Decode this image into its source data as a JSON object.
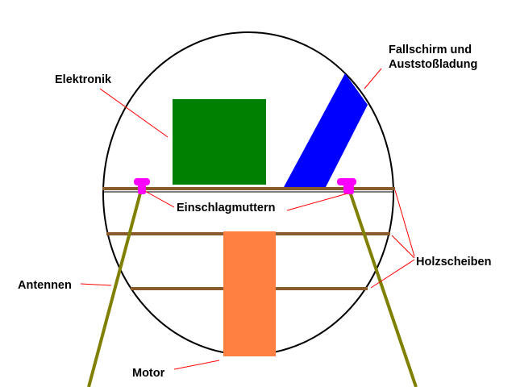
{
  "labels": {
    "elektronik": "Elektronik",
    "fallschirm_line1": "Fallschirm und",
    "fallschirm_line2": "Auststoßladung",
    "einschlagmuttern": "Einschlagmuttern",
    "holzscheiben": "Holzscheiben",
    "antennen": "Antennen",
    "motor": "Motor"
  },
  "colors": {
    "electronics": "#008000",
    "parachute": "#0000ff",
    "motor": "#ff8040",
    "wood_disc": "#8b5a2b",
    "t_nut": "#ff00ff",
    "antenna": "#808000",
    "leader_line": "#ff0000",
    "outline": "#000000"
  }
}
